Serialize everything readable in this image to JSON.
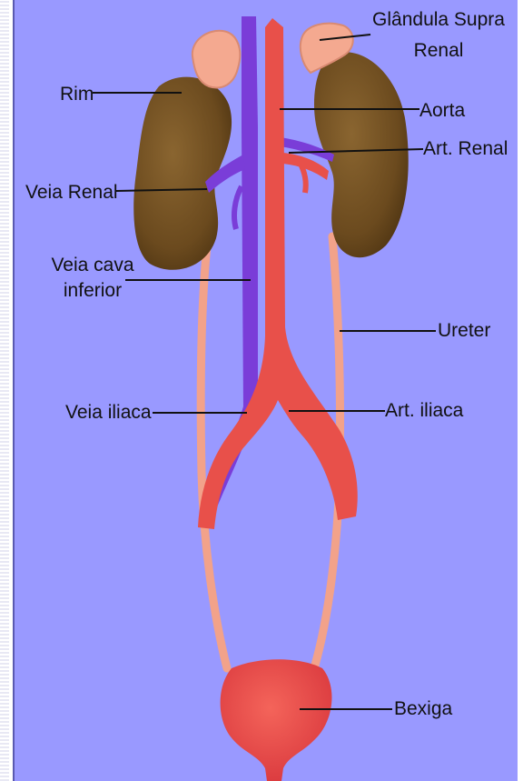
{
  "labels": {
    "glandula": "Glândula Supra",
    "renal": "Renal",
    "rim": "Rim",
    "aorta": "Aorta",
    "art_renal": "Art. Renal",
    "veia_renal": "Veia Renal",
    "veia_cava_1": "Veia cava",
    "veia_cava_2": "inferior",
    "ureter": "Ureter",
    "veia_iliaca": "Veia iliaca",
    "art_iliaca": "Art. iliaca",
    "bexiga": "Bexiga"
  },
  "colors": {
    "background": "#9999ff",
    "kidney": "#6b4a1e",
    "adrenal": "#f4a990",
    "aorta": "#e8504a",
    "vein": "#7a3dd8",
    "ureter": "#f2a28a",
    "bladder": "#e8464a"
  }
}
